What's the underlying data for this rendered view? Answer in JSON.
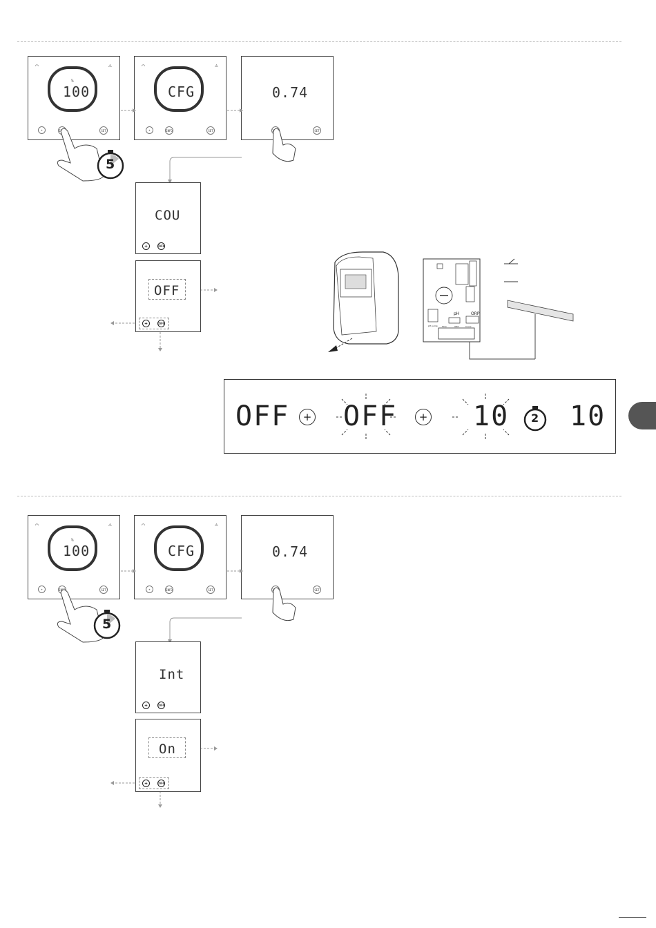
{
  "sections": [
    {
      "panels": [
        {
          "id": "p1",
          "percent": "%",
          "display": "100",
          "btn_plus": "+",
          "btn_info": "INFO",
          "btn_set": "SET"
        },
        {
          "id": "p2",
          "display": "CFG",
          "btn_plus": "+",
          "btn_info": "INFO",
          "btn_set": "SET"
        },
        {
          "id": "p3",
          "display": "0.74",
          "btn_info": "INFO",
          "btn_set": "SET"
        }
      ],
      "timer": "5",
      "menu_display": "COU",
      "menu_btn_plus": "+",
      "menu_btn_info": "INFO",
      "value_display": "OFF",
      "value_btn_plus": "+",
      "value_btn_info": "INFO"
    },
    {
      "panels": [
        {
          "id": "p4",
          "percent": "%",
          "display": "100",
          "btn_plus": "+",
          "btn_info": "INFO",
          "btn_set": "SET"
        },
        {
          "id": "p5",
          "display": "CFG",
          "btn_plus": "+",
          "btn_info": "INFO",
          "btn_set": "SET"
        },
        {
          "id": "p6",
          "display": "0.74",
          "btn_info": "INFO",
          "btn_set": "SET"
        }
      ],
      "timer": "5",
      "menu_display": "Int",
      "menu_btn_plus": "+",
      "menu_btn_info": "INFO",
      "value_display": "On",
      "value_btn_plus": "+",
      "value_btn_info": "INFO"
    }
  ],
  "board": {
    "label_ph": "pH",
    "label_orp": "ORP",
    "label_pump": "pH pump",
    "label_flow": "Flow",
    "label_orp_small": "ORP",
    "label_cover": "Cover"
  },
  "sequence": {
    "step1": "OFF",
    "plus1": "+",
    "step2": "OFF",
    "plus2": "+",
    "step3": "10",
    "timer": "2",
    "result": "10"
  }
}
